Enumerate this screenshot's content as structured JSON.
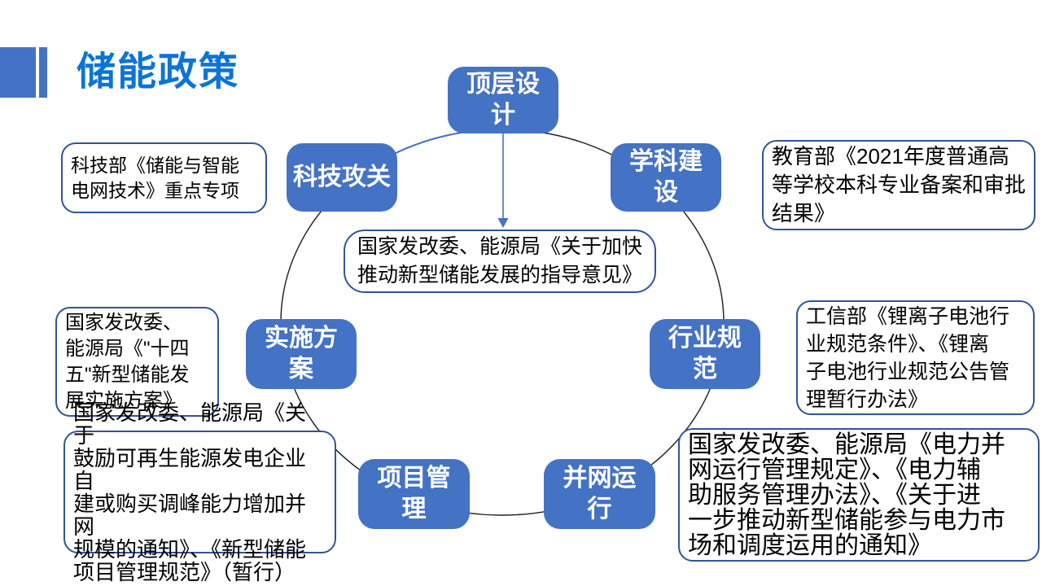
{
  "colors": {
    "accent": "#4472C4",
    "callout-border": "#2F5597",
    "title-color": "#0C74D6",
    "circle-stroke": "#1a1a1a"
  },
  "title": "储能政策",
  "diagram": {
    "center_note": "国家发改委、能源局《关于加快\n推动新型储能发展的指导意见》",
    "nodes": {
      "top": "顶层设\n计",
      "topleft": "科技攻关",
      "topright": "学科建\n设",
      "left": "实施方\n案",
      "right": "行业规\n范",
      "bottomleft": "项目管\n理",
      "bottomright": "并网运\n行"
    },
    "callouts": {
      "tech": "科技部《储能与智能\n电网技术》重点专项",
      "edu": "教育部《2021年度普通高\n等学校本科专业备案和审批\n结果》",
      "impl": "国家发改委、\n能源局《\"十四\n五\"新型储能发\n展实施方案》",
      "miit": "工信部《锂离子电池行\n业规范条件》、《锂离\n子电池行业规范公告管\n理暂行办法》",
      "proj": "国家发改委、能源局《关于\n鼓励可再生能源发电企业自\n建或购买调峰能力增加并网\n规模的通知》、《新型储能\n项目管理规范》（暂行）",
      "grid": "国家发改委、能源局《电力并\n网运行管理规定》、《电力辅\n助服务管理办法》、《关于进\n一步推动新型储能参与电力市\n场和调度运用的通知》"
    }
  }
}
